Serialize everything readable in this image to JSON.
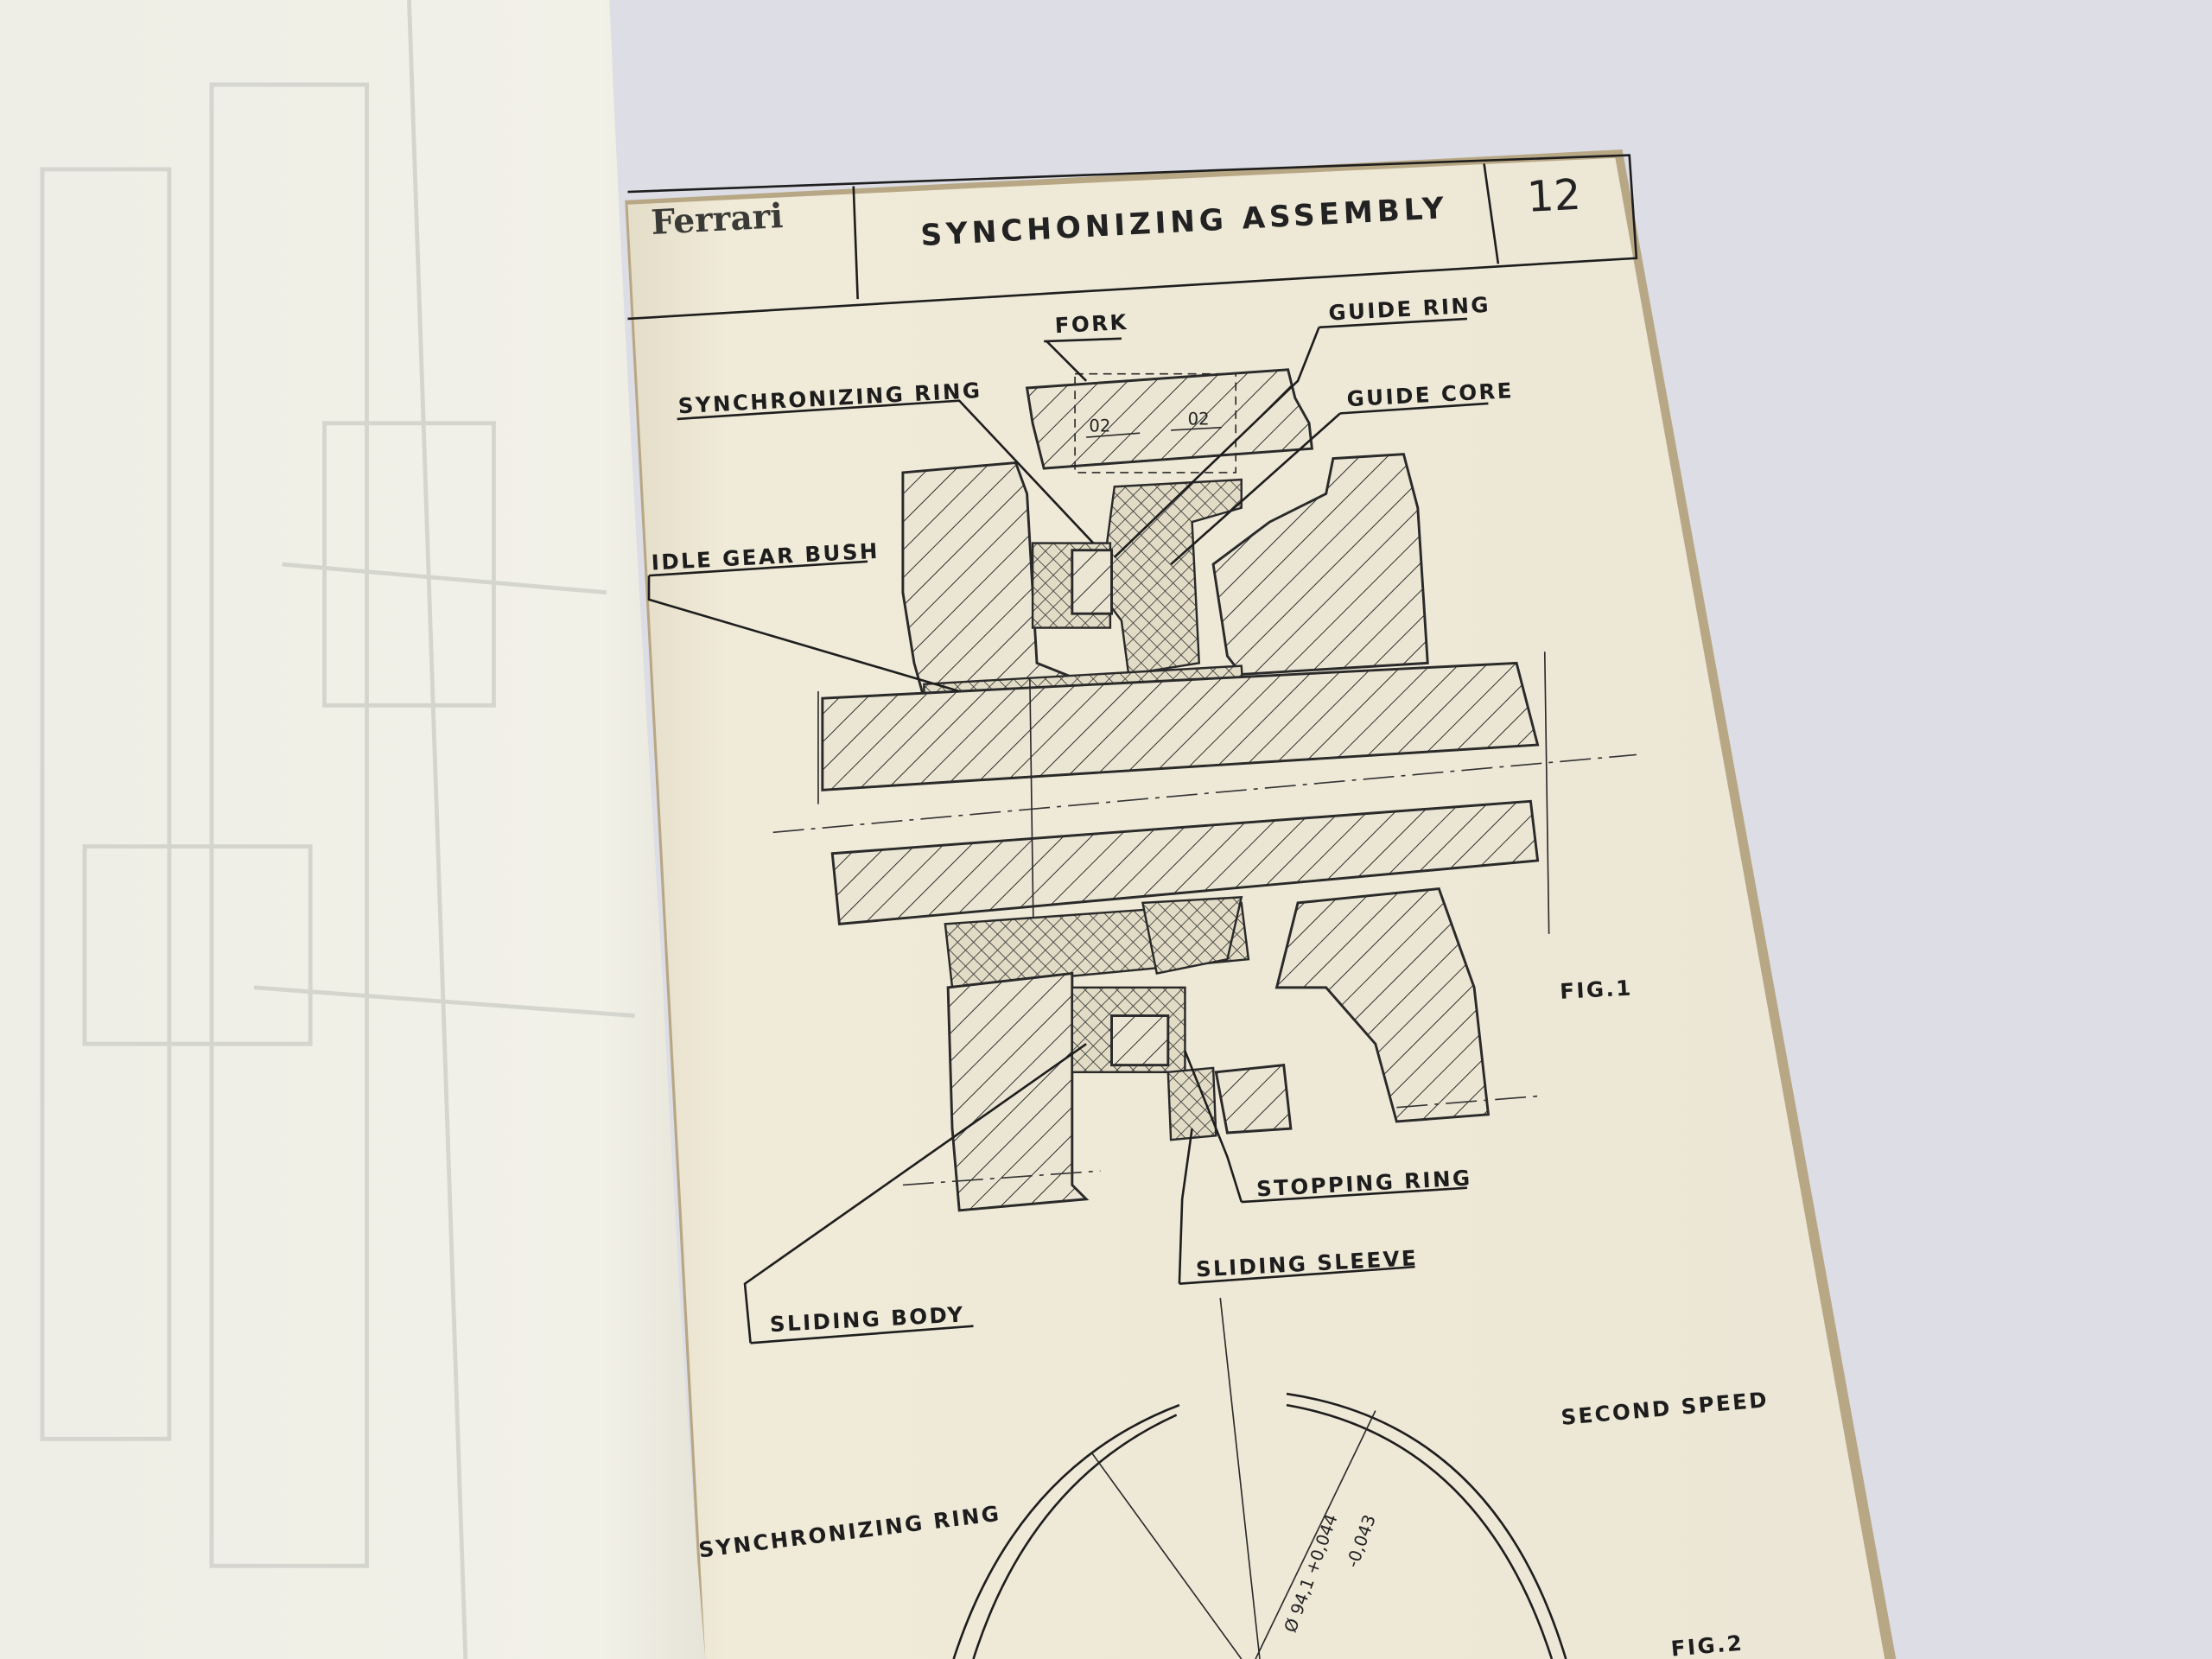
{
  "page": {
    "brand": "Ferrari",
    "title": "SYNCHONIZING ASSEMBLY",
    "page_number": "12"
  },
  "figure1": {
    "caption": "FIG.1",
    "labels": {
      "fork": "FORK",
      "guide_ring": "GUIDE RING",
      "synchronizing_ring": "SYNCHRONIZING RING",
      "guide_core": "GUIDE CORE",
      "idle_gear_bush": "IDLE GEAR BUSH",
      "stopping_ring": "STOPPING RING",
      "sliding_sleeve": "SLIDING SLEEVE",
      "sliding_body": "SLIDING BODY"
    },
    "clearance_left": "02",
    "clearance_right": "02"
  },
  "figure2": {
    "caption": "FIG.2",
    "heading": "SECOND SPEED",
    "part_label": "SYNCHRONIZING RING",
    "diameter": "Ø 94,1 +0,044",
    "tolerance_lower": "-0,043"
  }
}
